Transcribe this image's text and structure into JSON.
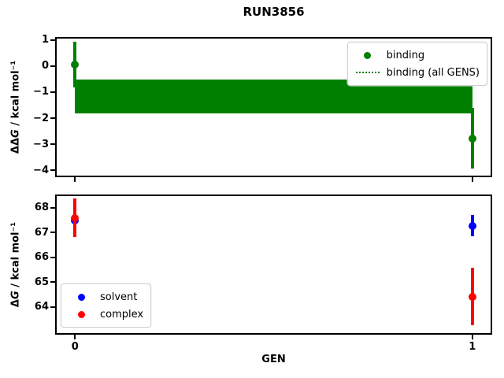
{
  "title": "RUN3856",
  "xlabel": "GEN",
  "colors": {
    "binding": "#008000",
    "solvent": "#0000ff",
    "complex": "#ff0000",
    "frame": "#000000",
    "background": "#ffffff",
    "legend_border": "#d0d0d0"
  },
  "chart_data": [
    {
      "type": "scatter",
      "panel": "ddG-binding",
      "ylabel_prefix": "ΔΔ",
      "ylabel_var": "G",
      "ylabel_rest": " / kcal mol⁻¹",
      "ylim": [
        -4.26,
        1.11
      ],
      "xlim": [
        -0.05,
        1.05
      ],
      "grid": false,
      "yticks": [
        {
          "v": 1,
          "label": "1"
        },
        {
          "v": 0,
          "label": "0"
        },
        {
          "v": -1,
          "label": "−1"
        },
        {
          "v": -2,
          "label": "−2"
        },
        {
          "v": -3,
          "label": "−3"
        },
        {
          "v": -4,
          "label": "−4"
        }
      ],
      "xticks": [
        {
          "v": 0,
          "label": "0"
        },
        {
          "v": 1,
          "label": "1"
        }
      ],
      "show_xtick_labels": false,
      "series": [
        {
          "name": "binding",
          "color": "#008000",
          "marker": "circle",
          "points": [
            {
              "x": 0,
              "y": 0.05,
              "yerr": 0.88
            },
            {
              "x": 1,
              "y": -2.77,
              "yerr": 1.15
            }
          ]
        }
      ],
      "band": {
        "name": "binding (all GENS)",
        "color": "#008000",
        "x0": 0,
        "x1": 1,
        "yhi": -0.51,
        "ylo": -1.81,
        "center": -1.16,
        "center_line_style": "dotted"
      },
      "legend": {
        "position": "upper right",
        "items": [
          {
            "label": "binding",
            "glyph": "dot",
            "color": "#008000"
          },
          {
            "label": "binding (all GENS)",
            "glyph": "dotted-line",
            "color": "#008000"
          }
        ]
      }
    },
    {
      "type": "scatter",
      "panel": "dG-components",
      "ylabel_prefix": "Δ",
      "ylabel_var": "G",
      "ylabel_rest": " / kcal mol⁻¹",
      "ylim": [
        62.87,
        68.54
      ],
      "xlim": [
        -0.05,
        1.05
      ],
      "grid": false,
      "yticks": [
        {
          "v": 68,
          "label": "68"
        },
        {
          "v": 67,
          "label": "67"
        },
        {
          "v": 66,
          "label": "66"
        },
        {
          "v": 65,
          "label": "65"
        },
        {
          "v": 64,
          "label": "64"
        }
      ],
      "xticks": [
        {
          "v": 0,
          "label": "0"
        },
        {
          "v": 1,
          "label": "1"
        }
      ],
      "show_xtick_labels": true,
      "series": [
        {
          "name": "solvent",
          "color": "#0000ff",
          "marker": "circle",
          "points": [
            {
              "x": 0,
              "y": 67.5,
              "yerr": 0.55
            },
            {
              "x": 1,
              "y": 67.27,
              "yerr": 0.43
            }
          ]
        },
        {
          "name": "complex",
          "color": "#ff0000",
          "marker": "circle",
          "points": [
            {
              "x": 0,
              "y": 67.6,
              "yerr": 0.79
            },
            {
              "x": 1,
              "y": 64.41,
              "yerr": 1.16
            }
          ]
        }
      ],
      "legend": {
        "position": "lower left",
        "items": [
          {
            "label": "solvent",
            "glyph": "dot",
            "color": "#0000ff"
          },
          {
            "label": "complex",
            "glyph": "dot",
            "color": "#ff0000"
          }
        ]
      }
    }
  ]
}
